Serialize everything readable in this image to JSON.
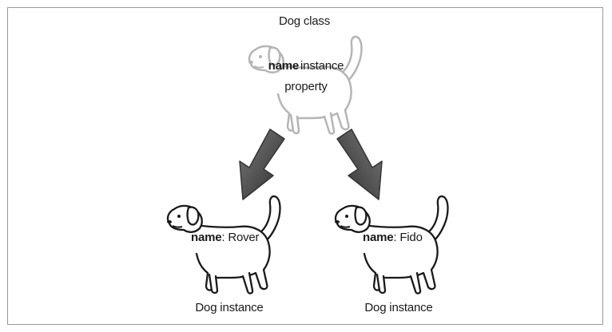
{
  "diagram": {
    "class_caption": "Dog class",
    "class_property": {
      "name_word": "name",
      "rest_line1": "instance",
      "line2": "property"
    },
    "instances": [
      {
        "name_word": "name",
        "value": ": Rover",
        "caption": "Dog instance"
      },
      {
        "name_word": "name",
        "value": ": Fido",
        "caption": "Dog instance"
      }
    ]
  },
  "colors": {
    "class_dog_outline": "#b5b5b5",
    "instance_dog_outline": "#1a1a1a",
    "arrow_fill": "#555555",
    "frame_border": "#9a9a9a"
  }
}
